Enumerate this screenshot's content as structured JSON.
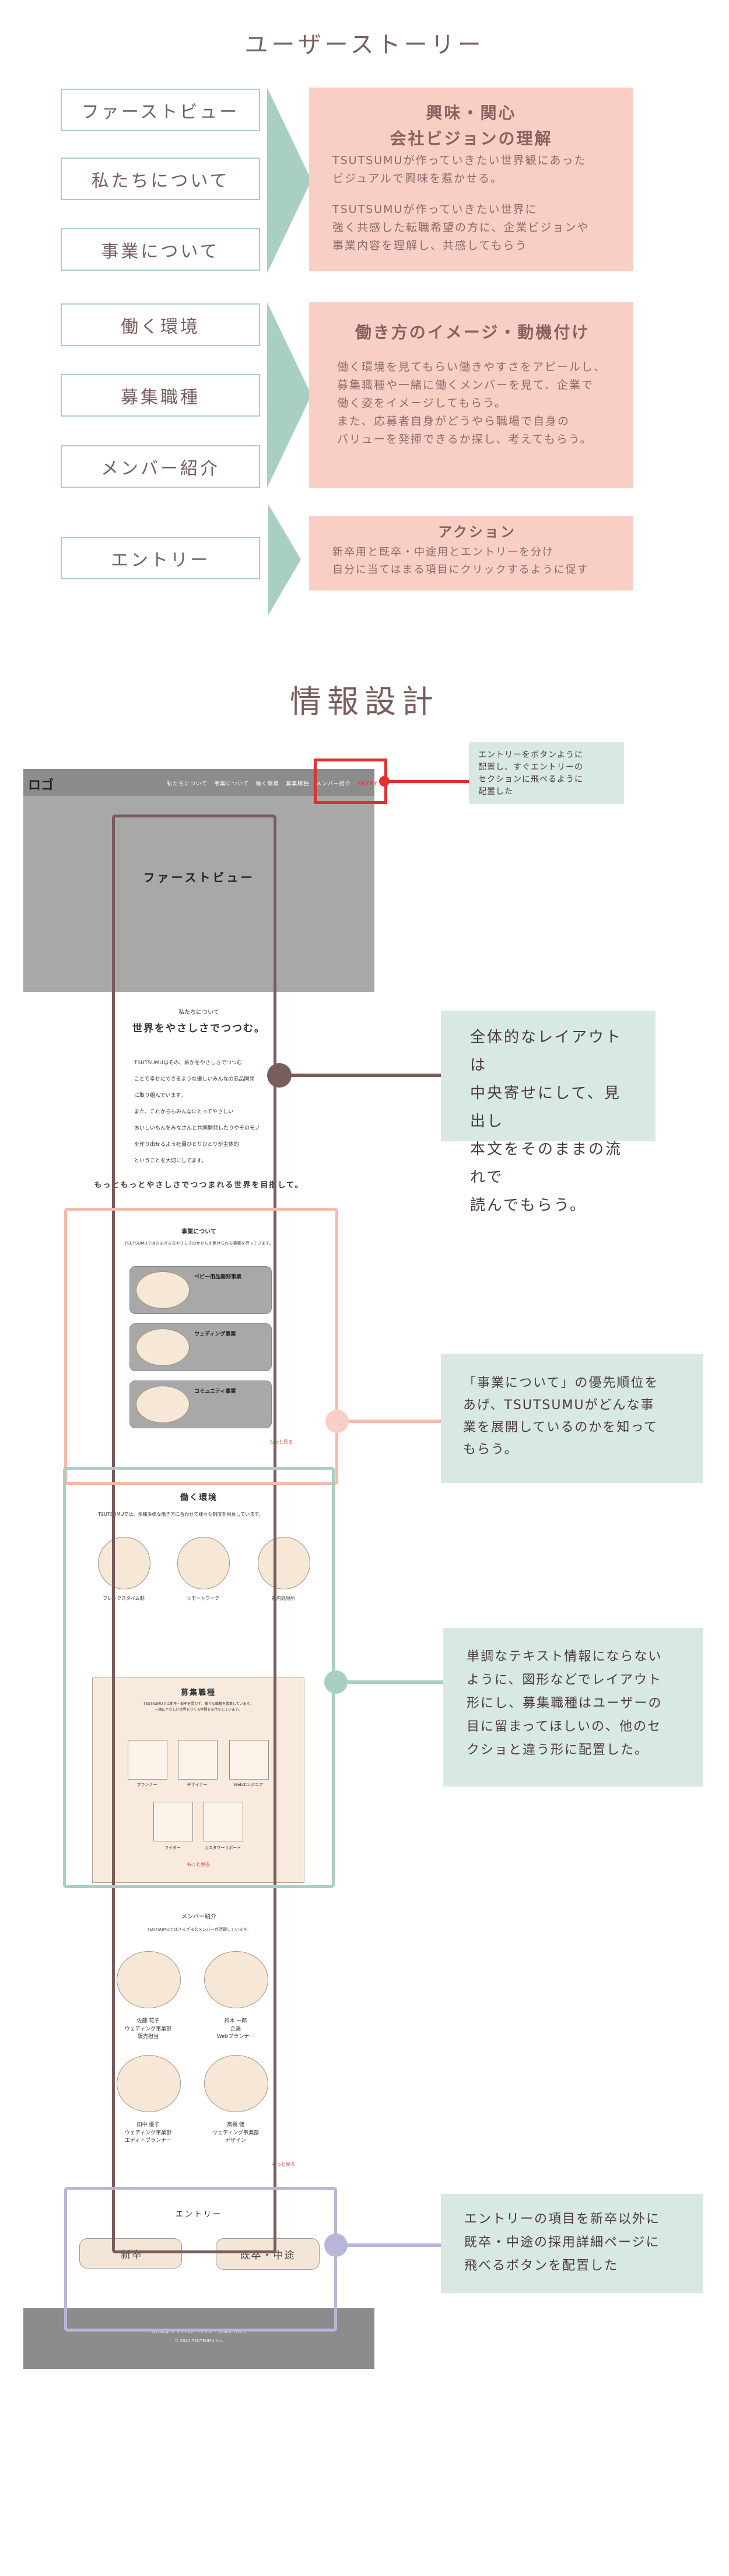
{
  "user_story": {
    "title": "ユーザーストーリー",
    "groups": [
      {
        "nav": [
          "ファーストビュー",
          "私たちについて",
          "事業について"
        ],
        "heading": "興味・関心\n会社ビジョンの理解",
        "body1": "TSUTSUMUが作っていきたい世界観にあった\nビジュアルで興味を惹かせる。",
        "body2": "TSUTSUMUが作っていきたい世界に\n強く共感した転職希望の方に、企業ビジョンや\n事業内容を理解し、共感してもらう"
      },
      {
        "nav": [
          "働く環境",
          "募集職種",
          "メンバー紹介"
        ],
        "heading": "働き方のイメージ・動機付け",
        "body1": "働く環境を見てもらい働きやすさをアピールし、\n募集職種や一緒に働くメンバーを見て、企業で\n働く姿をイメージしてもらう。\nまた、応募者自身がどうやら職場で自身の\nバリューを発揮できるか探し、考えてもらう。"
      },
      {
        "nav": [
          "エントリー"
        ],
        "heading": "アクション",
        "body1": "新卒用と既卒・中途用とエントリーを分け\n自分に当てはまる項目にクリックするように促す"
      }
    ]
  },
  "info_design": {
    "title": "情報設計",
    "wireframe": {
      "logo": "ロゴ",
      "nav": [
        "私たちについて",
        "事業について",
        "働く環境",
        "募集職種",
        "メンバー紹介",
        "ENTRY"
      ],
      "hero": "ファーストビュー",
      "about_label": "私たちについて",
      "about_title": "世界をやさしさでつつむ。",
      "about_lines": [
        "TSUTSUMUはその、誰かをやさしさでつつむ",
        "ことで幸せにできるような優しいみんなの商品開発",
        "に取り組んでいます。",
        "また、これからもみんなにとってやさしい",
        "おいしいもんをみなさんと共同開発したりやそのモノ",
        "を作り出せるよう社員ひとりひとりが主体的",
        "ということを大切にしてます。"
      ],
      "about_closing": "もっともっとやさしさでつつまれる世界を目指して。",
      "business_title": "事業について",
      "business_sub": "TSUTSUMUではさまざまなやさしさのかたちを届けられる事業を行っています。",
      "business_cards": [
        "ベビー用品開発事業",
        "ウェディング事業",
        "コミュニティ事業"
      ],
      "more": "もっと見る",
      "env_title": "働く環境",
      "env_text": "TSUTSUMUでは、多種多様な働き方に合わせて様々な制度を用意しています。",
      "env_items": [
        "フレックスタイム制",
        "リモートワーク",
        "社内託児所"
      ],
      "jobs_title": "募集職種",
      "jobs_text": "TSUTSUMUでは新卒・既卒を問わず、様々な職種を募集しています。\n一緒にやさしい世界をつくる仲間をお待ちしています。",
      "jobs_items": [
        "プランナー",
        "デザイナー",
        "Webエンジニア",
        "ライター",
        "カスタマーサポート"
      ],
      "jobs_more": "もっと見る",
      "members_title": "メンバー紹介",
      "members_text": "TSUTSUMUではさまざまなメンバーが活躍しています。",
      "members": [
        {
          "name": "佐藤 花子",
          "role": "ウェディング事業部\n販売担当"
        },
        {
          "name": "鈴木 一郎",
          "role": "企画\nWebプランナー"
        },
        {
          "name": "田中 優子",
          "role": "ウェディング事業部\nエディトプランナー"
        },
        {
          "name": "高橋 健",
          "role": "ウェディング事業部\nデザイン"
        }
      ],
      "members_more": "もっと見る",
      "entry_title": "エントリー",
      "entry_new": "新卒",
      "entry_mid": "既卒・中途",
      "footer_line1": "会社概要 プライバシーポリシー お問い合わせ",
      "footer_line2": "© 2024 TSUTSUMU Inc."
    },
    "notes": {
      "entry_btn": "エントリーをボタンように\n配置し、すぐエントリーの\nセクションに飛べるように\n配置した",
      "layout": "全体的なレイアウトは\n中央寄せにして、見出し\n本文をそのままの流れで\n読んでもらう。",
      "business": "「事業について」の優先順位を\nあげ、TSUTSUMUがどんな事\n業を展開しているのかを知って\nもらう。",
      "shapes": "単調なテキスト情報にならない\nように、図形などでレイアウト\n形にし、募集職種はユーザーの\n目に留まってほしいの、他のセ\nクショと違う形に配置した。",
      "entry": "エントリーの項目を新卒以外に\n既卒・中途の採用詳細ページに\n飛べるボタンを配置した"
    }
  },
  "colors": {
    "brown": "#7a5c5c",
    "pink": "#f9cfc5",
    "teal": "#a9cfc3",
    "lavender": "#b8b6d8",
    "red": "#e03030"
  }
}
